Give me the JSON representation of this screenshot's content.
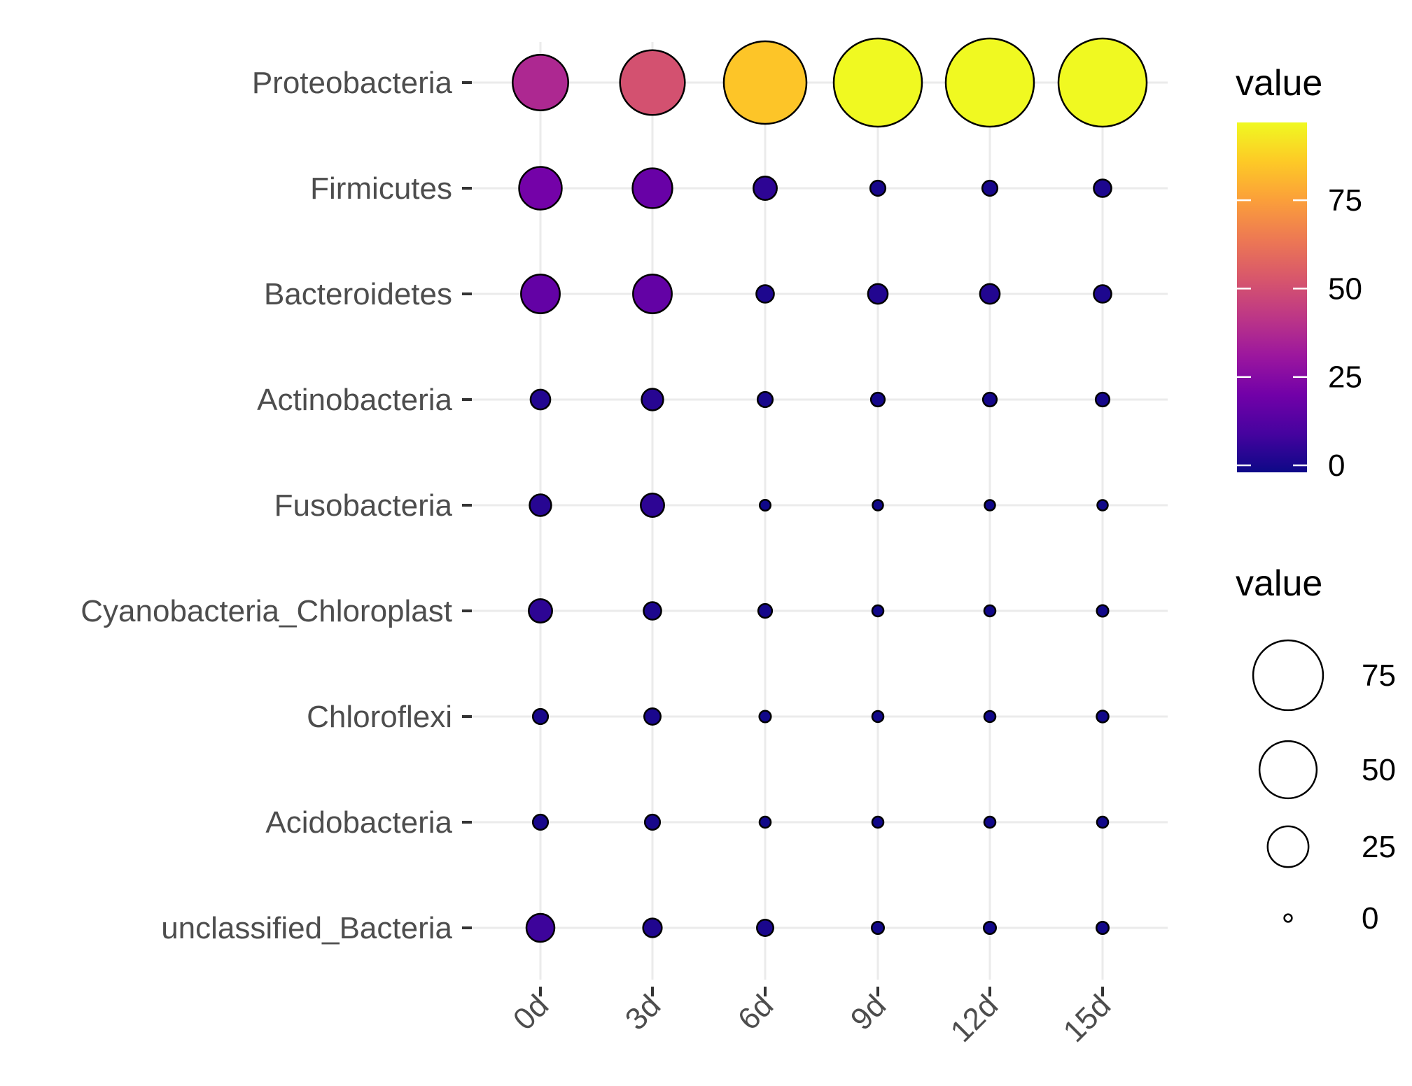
{
  "chart_data": {
    "type": "scatter",
    "subtype": "bubble",
    "categories_x": [
      "0d",
      "3d",
      "6d",
      "9d",
      "12d",
      "15d"
    ],
    "categories_y": [
      "Proteobacteria",
      "Firmicutes",
      "Bacteroidetes",
      "Actinobacteria",
      "Fusobacteria",
      "Cyanobacteria_Chloroplast",
      "Chloroflexi",
      "Acidobacteria",
      "unclassified_Bacteria"
    ],
    "values": [
      [
        38,
        52,
        85,
        97,
        97,
        97
      ],
      [
        22,
        19,
        6,
        2,
        2,
        3
      ],
      [
        18,
        18,
        3,
        4,
        4,
        3
      ],
      [
        4,
        5,
        2,
        1.5,
        1.5,
        1.5
      ],
      [
        5,
        6,
        0.6,
        0.5,
        0.5,
        0.5
      ],
      [
        6,
        3,
        1.5,
        0.7,
        0.7,
        0.8
      ],
      [
        2,
        2.5,
        0.8,
        0.7,
        0.7,
        0.9
      ],
      [
        2,
        2,
        0.7,
        0.7,
        0.7,
        0.7
      ],
      [
        9,
        3.5,
        2.5,
        1,
        1,
        1
      ]
    ],
    "color_legend": {
      "title": "value",
      "ticks": [
        0,
        25,
        50,
        75
      ],
      "range": [
        0,
        97
      ]
    },
    "size_legend": {
      "title": "value",
      "ticks": [
        75,
        50,
        25,
        0
      ]
    },
    "grid": true,
    "colors": {
      "gradient": [
        "#0d0887",
        "#46039f",
        "#7201a8",
        "#9c179e",
        "#bd3786",
        "#d8576b",
        "#ed7953",
        "#fb9f3a",
        "#fdca26",
        "#f0f921"
      ],
      "grid": "#ebebeb",
      "marker_outline": "#000000",
      "label_text": "#4d4d4d",
      "legend_text": "#000000"
    }
  }
}
